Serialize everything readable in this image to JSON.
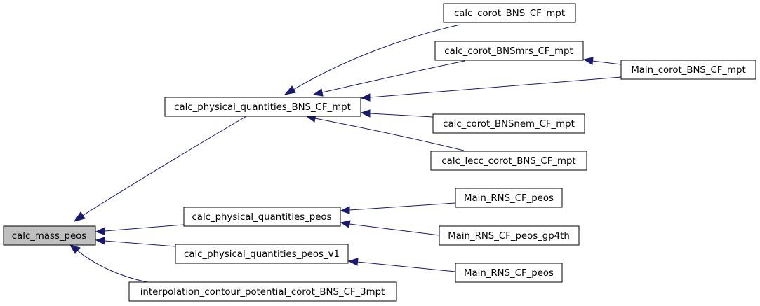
{
  "diagram": {
    "colors": {
      "edge": "#191970",
      "focus_fill": "#bfbfbf",
      "node_fill": "#ffffff",
      "node_border": "#000000"
    },
    "nodes": {
      "calc_mass_peos": "calc_mass_peos",
      "calc_physical_quantities_BNS_CF_mpt": "calc_physical_quantities_BNS_CF_mpt",
      "calc_physical_quantities_peos": "calc_physical_quantities_peos",
      "calc_physical_quantities_peos_v1": "calc_physical_quantities_peos_v1",
      "interpolation_contour_potential_corot_BNS_CF_3mpt": "interpolation_contour_potential_corot_BNS_CF_3mpt",
      "calc_corot_BNS_CF_mpt": "calc_corot_BNS_CF_mpt",
      "calc_corot_BNSmrs_CF_mpt": "calc_corot_BNSmrs_CF_mpt",
      "Main_corot_BNS_CF_mpt": "Main_corot_BNS_CF_mpt",
      "calc_corot_BNSnem_CF_mpt": "calc_corot_BNSnem_CF_mpt",
      "calc_lecc_corot_BNS_CF_mpt": "calc_lecc_corot_BNS_CF_mpt",
      "Main_RNS_CF_peos_1": "Main_RNS_CF_peos",
      "Main_RNS_CF_peos_gp4th": "Main_RNS_CF_peos_gp4th",
      "Main_RNS_CF_peos_2": "Main_RNS_CF_peos"
    },
    "edges": [
      {
        "from": "calc_physical_quantities_BNS_CF_mpt",
        "to": "calc_mass_peos"
      },
      {
        "from": "calc_physical_quantities_peos",
        "to": "calc_mass_peos"
      },
      {
        "from": "calc_physical_quantities_peos_v1",
        "to": "calc_mass_peos"
      },
      {
        "from": "interpolation_contour_potential_corot_BNS_CF_3mpt",
        "to": "calc_mass_peos"
      },
      {
        "from": "calc_corot_BNS_CF_mpt",
        "to": "calc_physical_quantities_BNS_CF_mpt"
      },
      {
        "from": "calc_corot_BNSmrs_CF_mpt",
        "to": "calc_physical_quantities_BNS_CF_mpt"
      },
      {
        "from": "Main_corot_BNS_CF_mpt",
        "to": "calc_physical_quantities_BNS_CF_mpt"
      },
      {
        "from": "calc_corot_BNSnem_CF_mpt",
        "to": "calc_physical_quantities_BNS_CF_mpt"
      },
      {
        "from": "calc_lecc_corot_BNS_CF_mpt",
        "to": "calc_physical_quantities_BNS_CF_mpt"
      },
      {
        "from": "Main_corot_BNS_CF_mpt",
        "to": "calc_corot_BNSmrs_CF_mpt"
      },
      {
        "from": "Main_RNS_CF_peos_1",
        "to": "calc_physical_quantities_peos"
      },
      {
        "from": "Main_RNS_CF_peos_gp4th",
        "to": "calc_physical_quantities_peos"
      },
      {
        "from": "Main_RNS_CF_peos_2",
        "to": "calc_physical_quantities_peos_v1"
      }
    ]
  }
}
